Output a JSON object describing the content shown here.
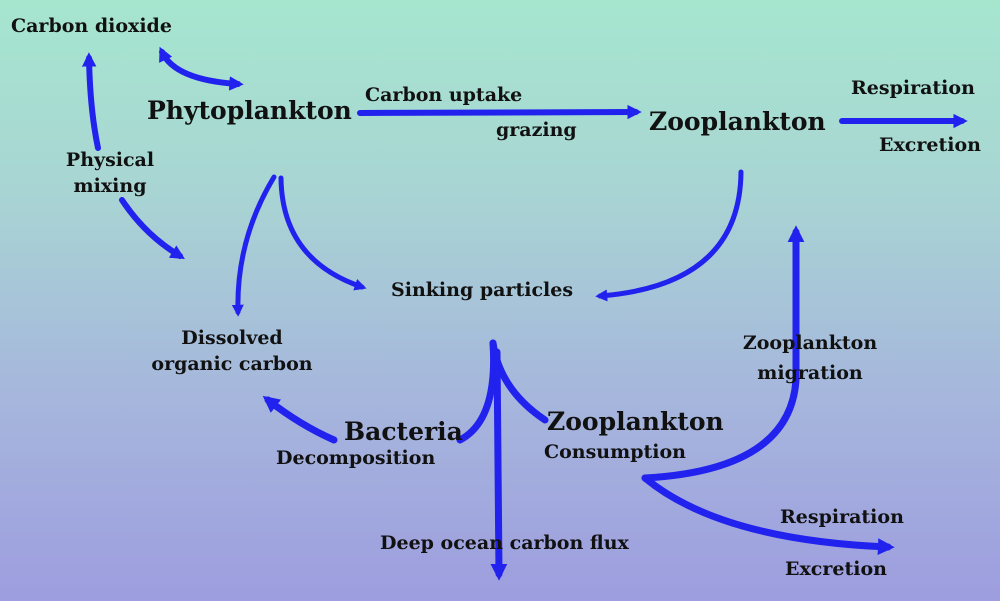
{
  "colors": {
    "arrow": "#2222ee",
    "background_top": "#a6e6cf",
    "background_bottom": "#9d9ddf"
  },
  "nodes": {
    "carbon_dioxide": "Carbon dioxide",
    "phytoplankton": "Phytoplankton",
    "zooplankton_top": "Zooplankton",
    "dissolved_organic_carbon": [
      "Dissolved",
      "organic carbon"
    ],
    "sinking_particles": "Sinking particles",
    "bacteria": "Bacteria",
    "zooplankton_bottom": "Zooplankton"
  },
  "processes": {
    "carbon_uptake": "Carbon uptake",
    "grazing": "grazing",
    "respiration_top": "Respiration",
    "excretion_top": "Excretion",
    "physical_mixing": [
      "Physical",
      "mixing"
    ],
    "zooplankton_migration": [
      "Zooplankton",
      "migration"
    ],
    "decomposition": "Decomposition",
    "consumption": "Consumption",
    "respiration_bottom": "Respiration",
    "excretion_bottom": "Excretion",
    "deep_ocean_carbon_flux": "Deep ocean carbon flux"
  }
}
